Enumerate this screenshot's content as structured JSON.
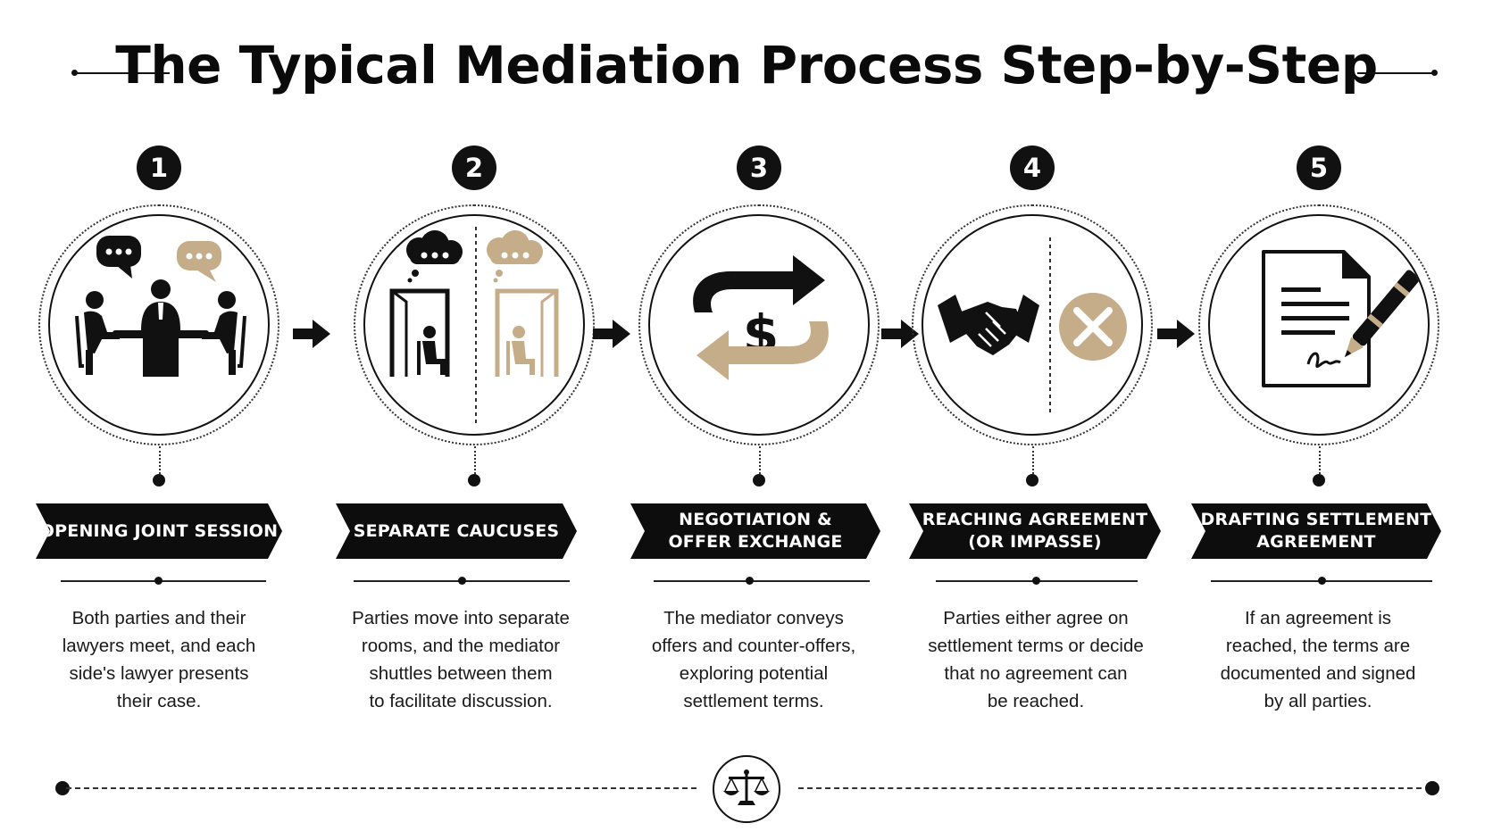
{
  "title": "The Typical Mediation Process Step-by-Step",
  "colors": {
    "ink": "#111111",
    "accent": "#c6ad8a",
    "background": "#ffffff"
  },
  "steps": [
    {
      "number": "1",
      "label": "OPENING JOINT SESSION",
      "description": "Both parties and their\nlawyers meet, and each\nside's lawyer presents\ntheir case.",
      "icon": "joint-session-icon"
    },
    {
      "number": "2",
      "label": "SEPARATE CAUCUSES",
      "description": "Parties move into separate\nrooms, and the mediator\nshuttles between them\nto facilitate discussion.",
      "icon": "separate-rooms-icon"
    },
    {
      "number": "3",
      "label": "NEGOTIATION &\nOFFER EXCHANGE",
      "description": "The mediator conveys\noffers and counter-offers,\nexploring potential\nsettlement terms.",
      "icon": "offer-exchange-icon"
    },
    {
      "number": "4",
      "label": "REACHING AGREEMENT\n(OR IMPASSE)",
      "description": "Parties either agree on\nsettlement terms or decide\nthat no agreement can\nbe reached.",
      "icon": "handshake-or-impasse-icon"
    },
    {
      "number": "5",
      "label": "DRAFTING SETTLEMENT\nAGREEMENT",
      "description": "If an agreement is\nreached, the terms are\ndocumented and signed\nby all parties.",
      "icon": "signed-document-icon"
    }
  ],
  "footer": {
    "icon": "scales-of-justice-icon"
  }
}
